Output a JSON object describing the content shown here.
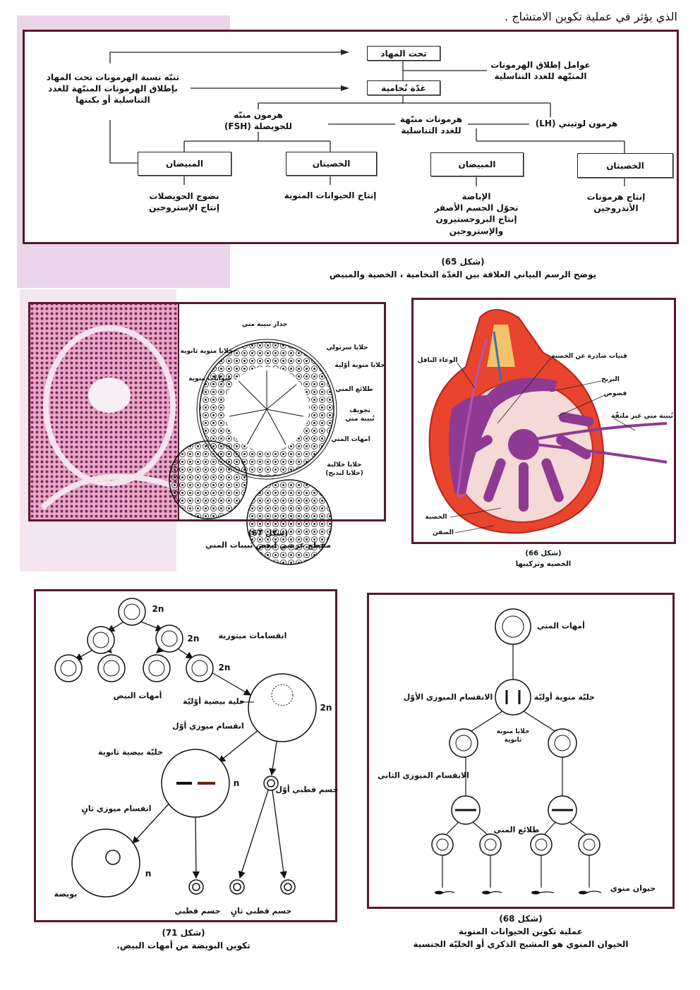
{
  "page_header": "الذي يؤثر في عملية تكوين الامتشاج .",
  "fig65": {
    "boxes": {
      "hypothalamus": "تحت المهاد",
      "pituitary": "غدّة نُخامية",
      "ovaries_fsh": "المبيضان",
      "testes_fsh": "الخصيتان",
      "ovaries_lh": "المبيضان",
      "testes_lh": "الخصيتان"
    },
    "releasing_factors": [
      "عوامل إطلاق الهرمونات",
      "المنبّهة للغدد التناسلية"
    ],
    "feedback_note": [
      "تنبّه نسبة الهرمونات تحت المهاد",
      "بإطلاق الهرمونات المنبّهة للغدد",
      "التناسلية أو بكبتها"
    ],
    "fsh_label": [
      "هرمون منبّه",
      "للحويصلة (FSH)"
    ],
    "gonadotropins_label": [
      "هرمونات منبّهة",
      "للغدد التناسلية"
    ],
    "lh_label": "هرمون لوتيني (LH)",
    "outcomes": {
      "ovaries_fsh": [
        "نضوج الحويصلات",
        "إنتاج الإستروجين"
      ],
      "testes_fsh": [
        "إنتاج الحيوانات المنوية"
      ],
      "ovaries_lh": [
        "الإباضة",
        "تحوّل الجسم الأصفر",
        "إنتاج البروجستيرون",
        "والإستروجين"
      ],
      "testes_lh": [
        "إنتاج هرمونات",
        "الأندروجين"
      ]
    },
    "caption_number": "(شكل 65)",
    "caption": "يوضح الرسم البياني العلاقة بين الغدّة النخامية ، الخصية والمبيض"
  },
  "fig67": {
    "labels": {
      "tubule_wall": "جدار نبيبة مني",
      "secondary_spermatocytes": "خلايا منوية ثانوية",
      "sertoli": "خلايا سرتولي",
      "primary_spermatocytes": "خلايا منوية أوّلية",
      "sperm": "حيوانات منوية",
      "spermatids": "طلائع المني",
      "lumen": [
        "تجويف",
        "نُبيبة مني"
      ],
      "spermatogonia": "امهات المني",
      "interstitial": [
        "خلايا خلالية",
        "(خلايا ليديج)"
      ]
    },
    "caption_number": "(شكل 67)",
    "caption": "مقطع عرضي لبعض نُبيبات المني"
  },
  "fig66": {
    "labels": {
      "vas_deferens": "الوعاء الناقل",
      "efferent_ducts": "قنيات صادرة عن الخصية",
      "epididymis": "البربخ",
      "lobules": "فصوص",
      "tubule": "نُبيبة مني غير ملتفّة",
      "testis": "الخصية",
      "scrotum": "الصفن"
    },
    "caption_number": "(شكل 66)",
    "caption": "الخصية وتركيبها"
  },
  "fig71": {
    "ploidy": {
      "top": "2n",
      "level2": "2n",
      "level3": "2n",
      "primary": "2n",
      "secondary": "n",
      "ovum": "n"
    },
    "labels": {
      "mitotic": "انقسامات ميتوزية",
      "oogonia": "أمهات البيض",
      "primary_oocyte": "خلية بيضية أوّليّة",
      "meiosis1": "انقسام ميوزي أوّل",
      "secondary_oocyte": "خليّة بيضية ثانوية",
      "meiosis2": "انقسام ميوزي ثانٍ",
      "first_polar": "جسم قطبي أوّل",
      "ovum": "بويضة",
      "polar_body": "جسم قطبي",
      "second_polar": "جسم قطبي ثانٍ"
    },
    "caption_number": "(شكل 71)",
    "caption": "تكوين البويضة من أمهات البيض."
  },
  "fig68": {
    "labels": {
      "spermatogonia": "أمهات المني",
      "meiosis1": "الانقسام الميوزي الأوّل",
      "primary": "خليّة منوية أوليّة",
      "secondary": [
        "خلايا منوية",
        "ثانوية"
      ],
      "meiosis2": "الانقسام الميوزي الثاني",
      "spermatids": "طلائع المني",
      "sperm": "حيوان منوي"
    },
    "caption_number": "(شكل 68)",
    "caption": [
      "عملية تكوين الحيوانات المنوية",
      "الحيوان المنوي هو المشيج الذكري أو الخليّة الجنسية"
    ]
  },
  "colors": {
    "frame": "#5b1630",
    "sidebar": "#ead6ea",
    "scrotum": "#e8442e",
    "tubules": "#8e3a93"
  }
}
